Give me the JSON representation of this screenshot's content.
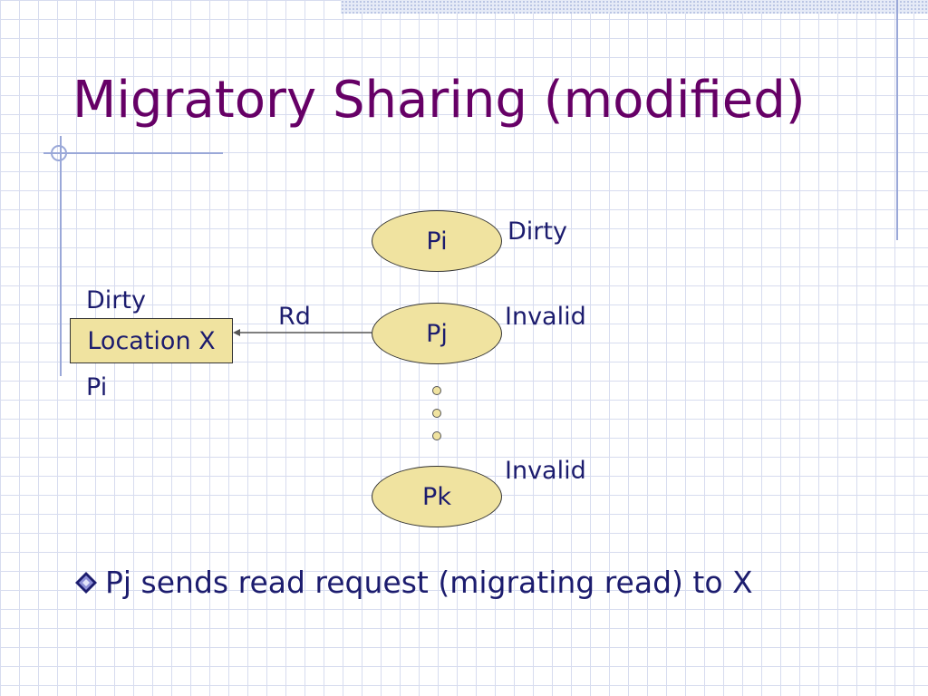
{
  "slide": {
    "title": "Migratory Sharing (modified)"
  },
  "diagram": {
    "processors": [
      {
        "id": "pi",
        "label": "Pi",
        "state": "Dirty"
      },
      {
        "id": "pj",
        "label": "Pj",
        "state": "Invalid"
      },
      {
        "id": "pk",
        "label": "Pk",
        "state": "Invalid"
      }
    ],
    "location": {
      "label": "Location X",
      "state": "Dirty",
      "owner": "Pi"
    },
    "request": {
      "label": "Rd"
    }
  },
  "bullets": [
    {
      "text": "Pj sends read request (migrating read) to X",
      "icon": "diamond-bullet-icon"
    }
  ],
  "colors": {
    "title": "#660066",
    "text": "#1c1c6e",
    "node_fill": "#f0e3a0",
    "grid": "#d7dcef",
    "accent_line": "#9aa8d8"
  }
}
